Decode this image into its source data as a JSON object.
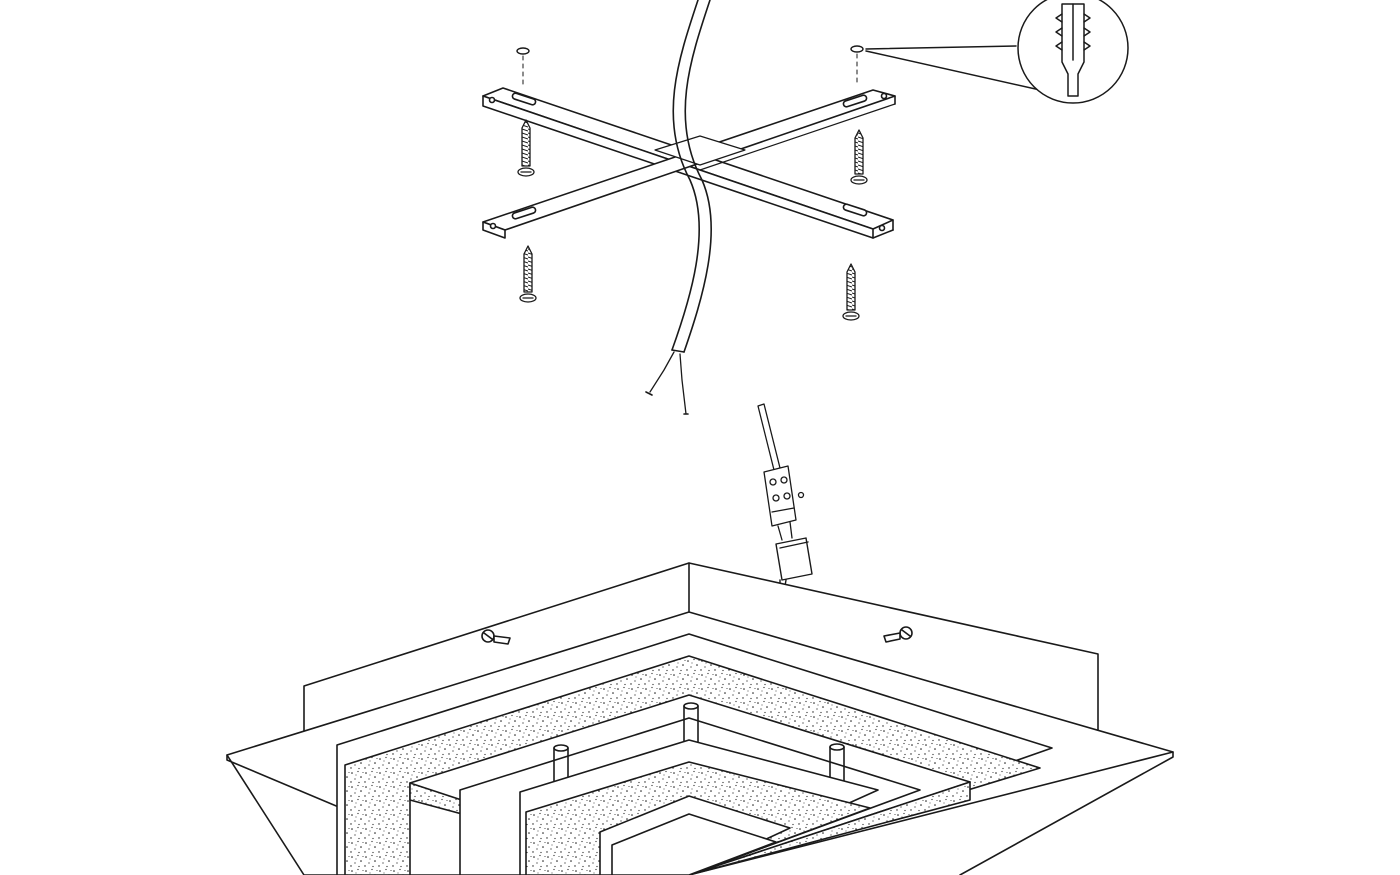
{
  "diagram": {
    "kind": "exploded assembly illustration",
    "text_labels": [],
    "line_color": "#1a1a1a",
    "background_color": "#ffffff",
    "parts": [
      "mounting-cross-bracket",
      "wall-plug-detail-callout",
      "wood-screw",
      "mains-cable",
      "terminal-block",
      "led-driver",
      "ceiling-lamp-body"
    ]
  }
}
